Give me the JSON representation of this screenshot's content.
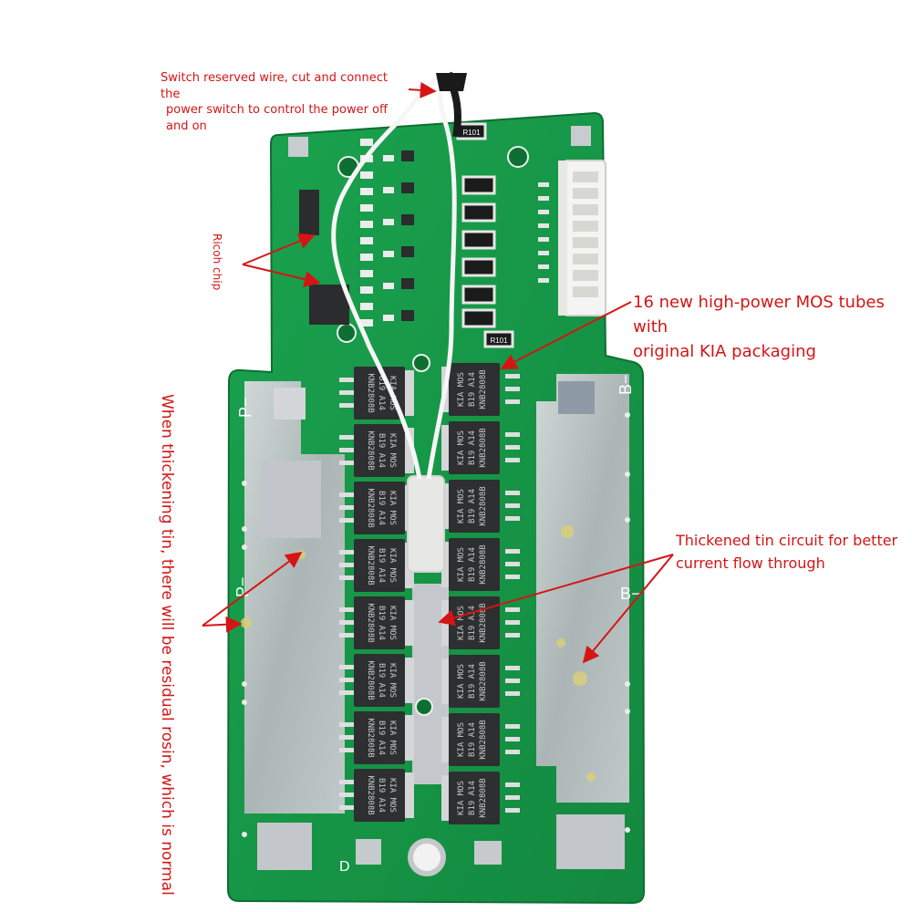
{
  "annotations": {
    "switch_wire": {
      "line1": "Switch reserved wire, cut and connect the",
      "line2": "power switch to control the power off and on"
    },
    "ricoh_chip": "Ricoh chip",
    "mos_tubes": {
      "line1": "16 new high-power MOS tubes with",
      "line2": "original KIA packaging"
    },
    "thickened_tin": {
      "line1": "Thickened tin circuit for better",
      "line2": "current flow through"
    },
    "residual_rosin": "When thickening tin, there will be residual rosin, which is normal"
  },
  "board_labels": {
    "p_minus_top": "P−",
    "p_minus_mid": "P−",
    "b_minus_top": "B−",
    "b_minus_mid": "B−",
    "d_label": "D",
    "r101_top": "R101",
    "r101_bottom": "R101"
  },
  "mosfet_marking": {
    "line1": "KIA MOS",
    "line2": "B19 A14",
    "line3": "KNB2808B"
  },
  "mosfet_count": 16,
  "colors": {
    "annotation": "#d51515",
    "pcb": "#169848",
    "pcb_dark": "#0f7d3a",
    "tin": "#b9bcbf",
    "mosfet": "#2d2f31"
  }
}
